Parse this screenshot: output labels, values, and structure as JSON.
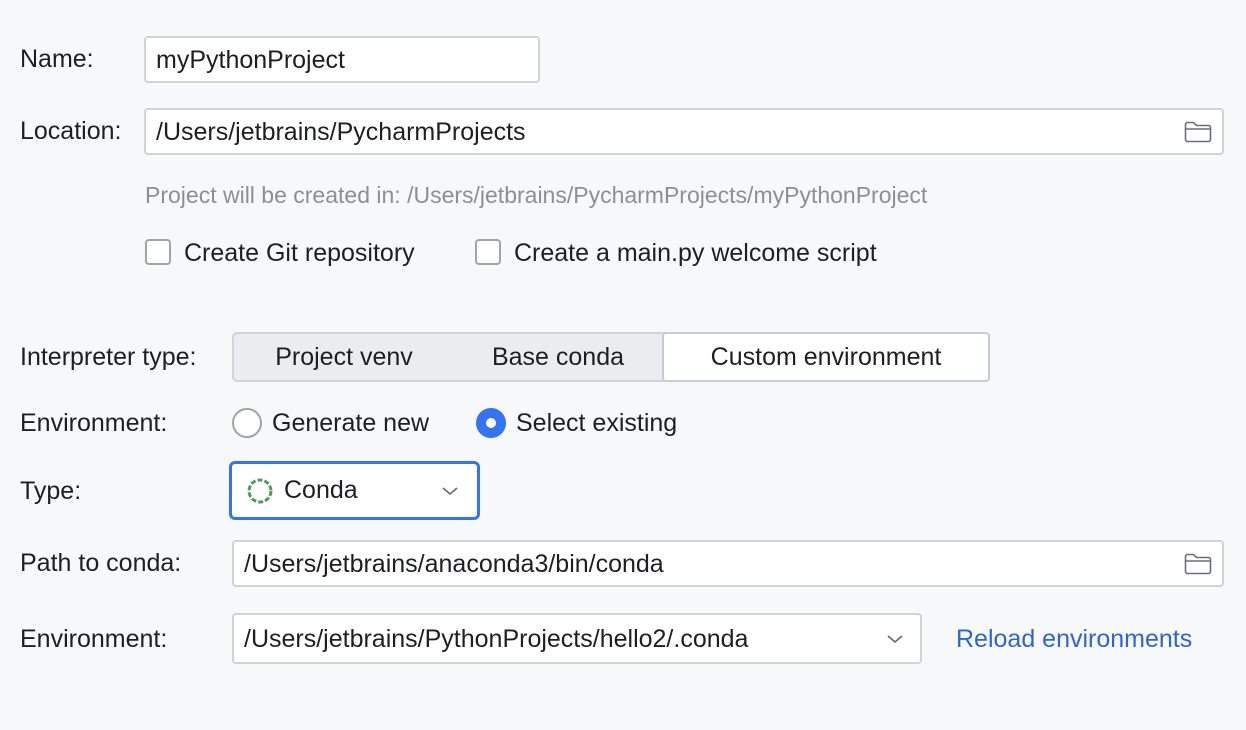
{
  "name": {
    "label": "Name:",
    "value": "myPythonProject"
  },
  "location": {
    "label": "Location:",
    "value": "/Users/jetbrains/PycharmProjects",
    "hint": "Project will be created in: /Users/jetbrains/PycharmProjects/myPythonProject",
    "browse_icon": "folder-icon"
  },
  "options": {
    "git": {
      "label": "Create Git repository",
      "checked": false
    },
    "welcome": {
      "label": "Create a main.py welcome script",
      "checked": false
    }
  },
  "interpreter": {
    "label": "Interpreter type:",
    "tabs": [
      {
        "label": "Project venv",
        "selected": false
      },
      {
        "label": "Base conda",
        "selected": false
      },
      {
        "label": "Custom environment",
        "selected": true
      }
    ]
  },
  "environment_mode": {
    "label": "Environment:",
    "options": [
      {
        "label": "Generate new",
        "selected": false
      },
      {
        "label": "Select existing",
        "selected": true
      }
    ]
  },
  "type": {
    "label": "Type:",
    "value": "Conda",
    "icon": "conda-ring-icon"
  },
  "conda_path": {
    "label": "Path to conda:",
    "value": "/Users/jetbrains/anaconda3/bin/conda",
    "browse_icon": "folder-icon"
  },
  "environment": {
    "label": "Environment:",
    "value": "/Users/jetbrains/PythonProjects/hello2/.conda",
    "reload_label": "Reload environments"
  },
  "colors": {
    "accent": "#3574f0",
    "link": "#2f64d5",
    "conda": "#4aa05a"
  }
}
